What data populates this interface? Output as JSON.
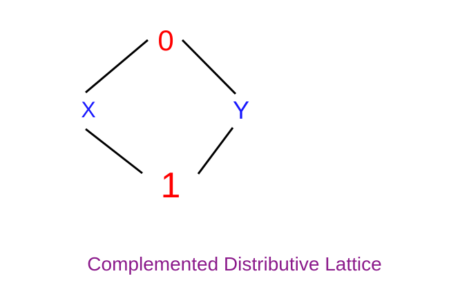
{
  "diagram": {
    "nodes": [
      {
        "id": "top",
        "label": "0",
        "color": "#FF0000"
      },
      {
        "id": "left",
        "label": "X",
        "color": "#1A1AFF"
      },
      {
        "id": "right",
        "label": "Y",
        "color": "#1A1AFF"
      },
      {
        "id": "bottom",
        "label": "1",
        "color": "#FF0000"
      }
    ],
    "edges": [
      {
        "from": "top",
        "to": "left"
      },
      {
        "from": "top",
        "to": "right"
      },
      {
        "from": "left",
        "to": "bottom"
      },
      {
        "from": "right",
        "to": "bottom"
      }
    ],
    "edge_color": "#000000"
  },
  "caption": {
    "text": "Complemented Distributive Lattice",
    "color": "#8B1A8B"
  }
}
